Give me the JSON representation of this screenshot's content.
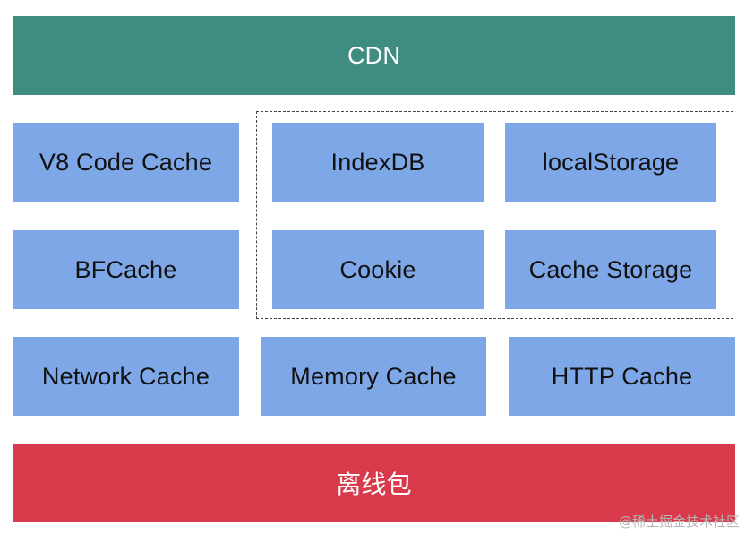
{
  "top_layer": {
    "label": "CDN"
  },
  "storage_grid": {
    "row1": [
      "V8 Code Cache",
      "IndexDB",
      "localStorage"
    ],
    "row2": [
      "BFCache",
      "Cookie",
      "Cache Storage"
    ],
    "row3": [
      "Network Cache",
      "Memory Cache",
      "HTTP Cache"
    ]
  },
  "bottom_layer": {
    "label": "离线包"
  },
  "watermark": "@稀土掘金技术社区",
  "colors": {
    "cdn": "#3f8c80",
    "cache_block": "#7ea7e8",
    "offline_package": "#d83a4b"
  }
}
